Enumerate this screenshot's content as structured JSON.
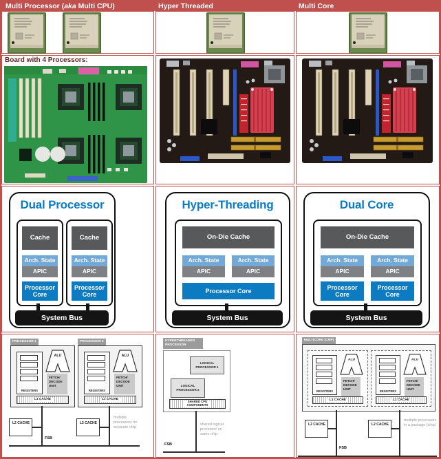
{
  "header": {
    "multi_processor_pre": "Multi Processor (",
    "multi_processor_aka": "aka",
    "multi_processor_post": " Multi CPU)",
    "hyper_threaded": "Hyper Threaded",
    "multi_core": "Multi Core"
  },
  "board_row": {
    "label": "Board with 4 Processors:"
  },
  "intel_diagrams": {
    "titles": {
      "dual_processor": "Dual Processor",
      "hyper_threading": "Hyper-Threading",
      "dual_core": "Dual Core"
    },
    "labels": {
      "cache": "Cache",
      "on_die_cache": "On-Die Cache",
      "arch_state": "Arch. State",
      "apic": "APIC",
      "processor_core": "Processor Core",
      "system_bus": "System Bus"
    }
  },
  "detail_diagrams": {
    "labels": {
      "alu": "ALU",
      "registers": "REGISTERS",
      "fetch_decode_unit": "FETCH/ DECODE UNIT",
      "l1_cache": "L1 CACHE",
      "l2_cache": "L2 CACHE",
      "fsb": "FSB"
    },
    "multiprocessor": {
      "tab1": "PROCESSOR 1",
      "tab2": "PROCESSOR 2",
      "caption": "multiple processors on separate chip"
    },
    "hyperthreaded": {
      "tab": "HYPERTHREADED PROCESSOR",
      "logical_processor_1": "LOGICAL PROCESSOR 1",
      "logical_processor_2": "LOGICAL PROCESSOR 2",
      "shared_cpu_components": "SHARED CPU COMPONENTS",
      "caption": "shared logical processor on same chip"
    },
    "multicore": {
      "tab": "MULTICORE (CMP)",
      "caption": "multiple processors in a package (chip)"
    }
  },
  "colors": {
    "table_red": "#C0504D",
    "maroon_label": "#632423",
    "intel_blue": "#0C7BC2",
    "cache_gray": "#58595B",
    "arch_state_blue": "#73A9D7",
    "apic_gray": "#7E8083",
    "system_bus_black": "#141414"
  }
}
